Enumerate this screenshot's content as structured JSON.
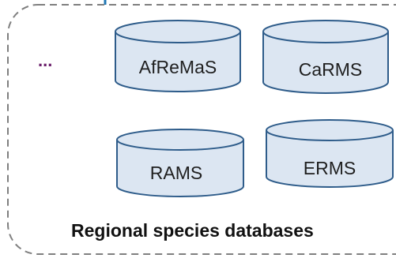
{
  "group": {
    "caption": "Regional species databases",
    "ellipsis": "...",
    "border_color": "#7f7f7f"
  },
  "databases": [
    {
      "label": "AfReMaS"
    },
    {
      "label": "CaRMS"
    },
    {
      "label": "RAMS"
    },
    {
      "label": "ERMS"
    }
  ],
  "colors": {
    "cylinder_fill": "#dce6f2",
    "cylinder_stroke": "#2e5c8a",
    "ellipsis": "#6b1f6b",
    "connector": "#1f77b4"
  }
}
